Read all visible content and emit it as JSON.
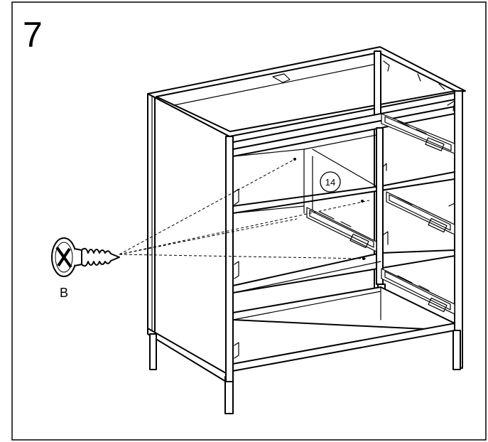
{
  "step": {
    "number": "7"
  },
  "screw": {
    "label": "B",
    "icon": "screw-icon"
  },
  "callout": {
    "part_number": "14"
  }
}
